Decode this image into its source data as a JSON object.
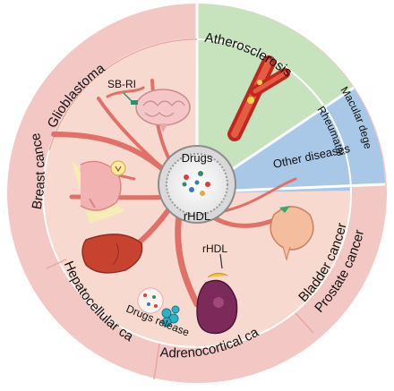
{
  "center": {
    "top_label": "Drugs",
    "bottom_label": "rHDL"
  },
  "inner_labels": {
    "sbri": "SB-RI",
    "rhdl": "rHDL",
    "drugs_release": "Drugs release"
  },
  "outer_ring": {
    "glioblastoma": "Glioblastoma",
    "atherosclerosis": "Atherosclerosis",
    "macular_degeneration": "Macular degeneration",
    "rheumatoid_arthritis": "Rheumatoid arthritis",
    "other_diseases": "Other diseases",
    "bladder_cancer": "Bladder cancer",
    "prostate_cancer": "Prostate cancer",
    "adrenocortical_carcinoma": "Adrenocortical carcinoma",
    "hepatocellular_carcinoma": "Hepatocellular carcinoma",
    "breast_cancer": "Breast cancer"
  },
  "colors": {
    "cancer_ring": "#f3c7c4",
    "cancer_inner": "#f8d9cf",
    "atherosclerosis": "#c7e3bd",
    "other_diseases": "#a9c8e8",
    "divider": "#ffffff",
    "vessel": "#e07068"
  },
  "icons": [
    "brain-icon",
    "artery-icon",
    "breast-icon",
    "liver-icon",
    "adrenal-icon",
    "bladder-icon",
    "nanoparticle-icon"
  ]
}
